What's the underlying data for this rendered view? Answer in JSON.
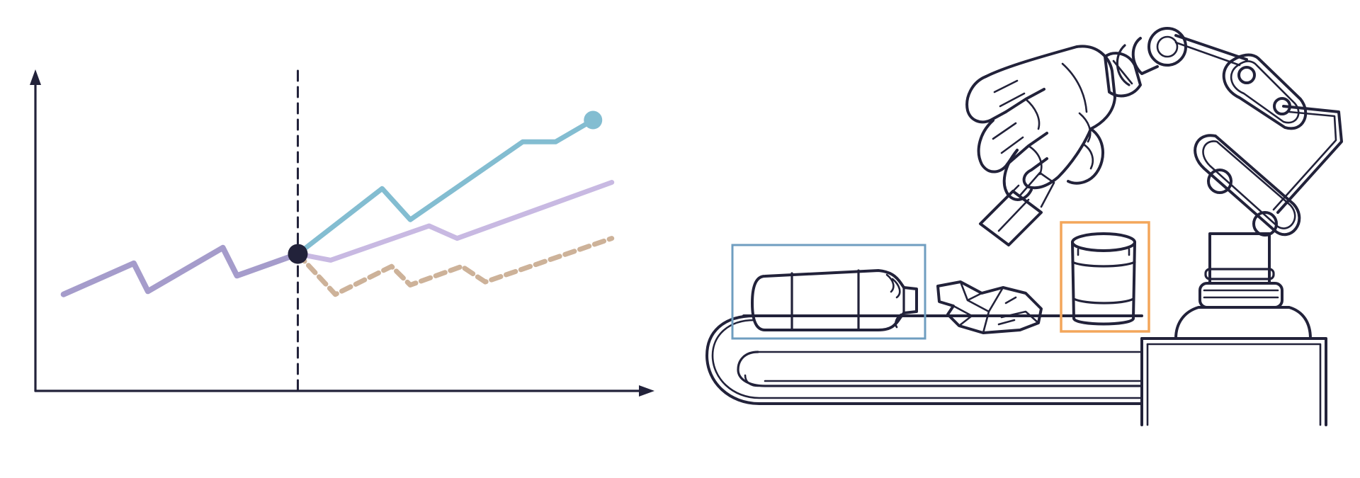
{
  "colors": {
    "ink": "#22223a",
    "history_line": "#a59ccb",
    "forecast_high": "#83bdd1",
    "forecast_mid": "#c8b9e2",
    "forecast_low": "#cdb299",
    "bottle_box": "#6f9ec0",
    "can_box": "#f3a65a",
    "background": "#ffffff"
  },
  "forecast_chart": {
    "history": [
      [
        0,
        1.2
      ],
      [
        1.5,
        2.2
      ],
      [
        1.8,
        1.3
      ],
      [
        3.4,
        2.7
      ],
      [
        3.7,
        1.8
      ],
      [
        5,
        2.5
      ]
    ],
    "forecast_high": [
      [
        5,
        2.5
      ],
      [
        6.8,
        4.6
      ],
      [
        7.4,
        3.6
      ],
      [
        9.8,
        6.1
      ],
      [
        10.5,
        6.1
      ],
      [
        11.3,
        6.8
      ]
    ],
    "forecast_mid": [
      [
        5,
        2.5
      ],
      [
        5.7,
        2.3
      ],
      [
        7.8,
        3.4
      ],
      [
        8.4,
        3.0
      ],
      [
        11.7,
        4.8
      ]
    ],
    "forecast_low": [
      [
        5,
        2.5
      ],
      [
        5.8,
        1.2
      ],
      [
        7.0,
        2.1
      ],
      [
        7.4,
        1.5
      ],
      [
        8.5,
        2.1
      ],
      [
        9.0,
        1.6
      ],
      [
        11.7,
        3.0
      ]
    ],
    "divider_x": 5,
    "xlim": [
      -0.6,
      12.4
    ],
    "ylim": [
      -1.9,
      8.2
    ]
  },
  "sorting_scene": {
    "icons": [
      "robot-arm-icon",
      "conveyor-belt-icon",
      "bottle-icon",
      "crumpled-paper-icon",
      "can-icon"
    ],
    "highlighted": [
      "bottle-icon",
      "can-icon"
    ]
  }
}
